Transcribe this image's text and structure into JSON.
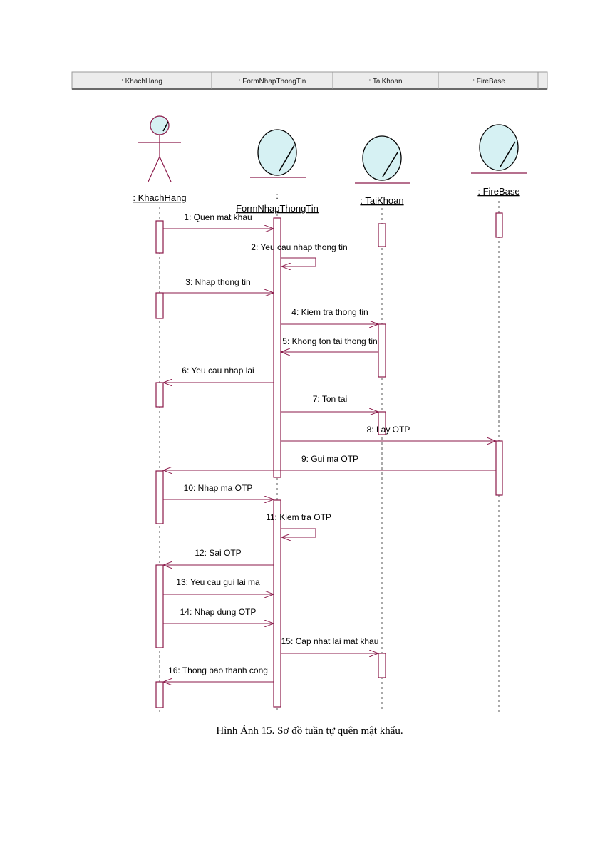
{
  "header_tabs": [
    ": KhachHang",
    ": FormNhapThongTin",
    ": TaiKhoan",
    ": FireBase"
  ],
  "participants": [
    {
      "id": "kh",
      "kind": "actor",
      "label": ": KhachHang"
    },
    {
      "id": "form",
      "kind": "boundary",
      "label_top": ":",
      "label": "FormNhapThongTin"
    },
    {
      "id": "tk",
      "kind": "entity",
      "label": ": TaiKhoan"
    },
    {
      "id": "fb",
      "kind": "entity",
      "label": ": FireBase"
    }
  ],
  "messages": [
    {
      "num": 1,
      "label": "1: Quen mat khau",
      "from": "kh",
      "to": "form"
    },
    {
      "num": 2,
      "label": "2: Yeu cau nhap thong tin",
      "from": "form",
      "to": "form"
    },
    {
      "num": 3,
      "label": "3: Nhap thong tin",
      "from": "kh",
      "to": "form"
    },
    {
      "num": 4,
      "label": "4: Kiem tra thong tin",
      "from": "form",
      "to": "tk"
    },
    {
      "num": 5,
      "label": "5: Khong ton tai thong tin",
      "from": "tk",
      "to": "form"
    },
    {
      "num": 6,
      "label": "6: Yeu cau nhap lai",
      "from": "form",
      "to": "kh"
    },
    {
      "num": 7,
      "label": "7: Ton tai",
      "from": "form",
      "to": "tk"
    },
    {
      "num": 8,
      "label": "8: Lay OTP",
      "from": "form",
      "to": "fb"
    },
    {
      "num": 9,
      "label": "9: Gui ma OTP",
      "from": "fb",
      "to": "kh"
    },
    {
      "num": 10,
      "label": "10: Nhap ma OTP",
      "from": "kh",
      "to": "form"
    },
    {
      "num": 11,
      "label": "11: Kiem tra OTP",
      "from": "form",
      "to": "form"
    },
    {
      "num": 12,
      "label": "12: Sai OTP",
      "from": "form",
      "to": "kh"
    },
    {
      "num": 13,
      "label": "13: Yeu cau gui lai ma",
      "from": "kh",
      "to": "form"
    },
    {
      "num": 14,
      "label": "14: Nhap dung OTP",
      "from": "kh",
      "to": "form"
    },
    {
      "num": 15,
      "label": "15: Cap nhat lai mat khau",
      "from": "form",
      "to": "tk"
    },
    {
      "num": 16,
      "label": "16: Thong bao thanh cong",
      "from": "form",
      "to": "kh"
    }
  ],
  "caption": "Hình Ảnh 15. Sơ đồ tuần tự quên mật khẩu.",
  "colors": {
    "line": "#8b1a4a",
    "lifeline": "#555555",
    "icon_fill": "#d6f1f3",
    "header_bg": "#ececec"
  }
}
